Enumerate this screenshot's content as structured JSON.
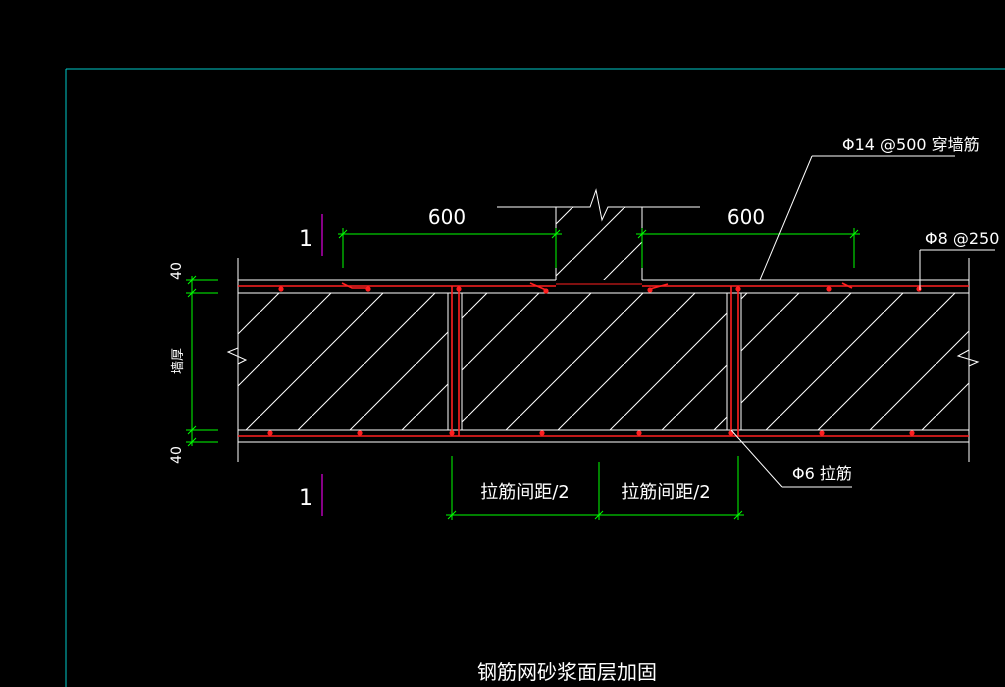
{
  "drawing": {
    "title": "钢筋网砂浆面层加固",
    "dim_left": "600",
    "dim_right": "600",
    "dim_top_thickness": "40",
    "dim_bottom_thickness": "40",
    "dim_wall": "墙厚",
    "section_mark_top": "1",
    "section_mark_bottom": "1",
    "callout_through_bar": "Φ14 @500 穿墙筋",
    "callout_mesh": "Φ8 @250",
    "callout_tie": "Φ6 拉筋",
    "spacing_left": "拉筋间距/2",
    "spacing_right": "拉筋间距/2"
  },
  "colors": {
    "background": "#000000",
    "frame": "#00c8c8",
    "outline": "#ffffff",
    "dimension": "#00ff00",
    "rebar": "#ff2020",
    "section_mark": "#c000c0"
  }
}
